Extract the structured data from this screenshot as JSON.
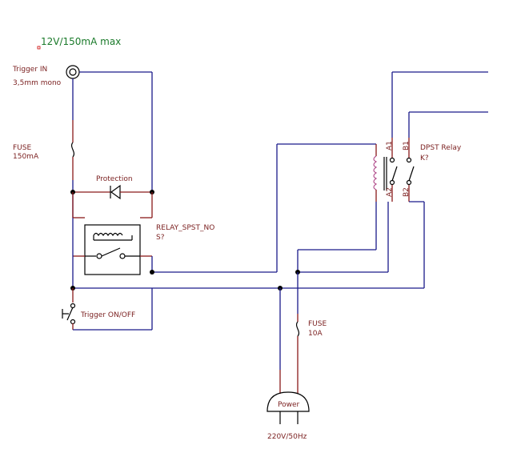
{
  "note": "12V/150mA max",
  "colors": {
    "wire": "#1a1a8a",
    "lead": "#8a1a1a",
    "label": "#7a1f1f",
    "note": "#1a7a2a"
  },
  "components": {
    "trigger_in": {
      "name": "Trigger IN",
      "detail": "3,5mm mono",
      "icon": "jack-icon"
    },
    "fuse1": {
      "name": "FUSE",
      "rating": "150mA",
      "icon": "fuse-icon"
    },
    "diode": {
      "name": "Protection",
      "icon": "diode-icon"
    },
    "relay1": {
      "name": "RELAY_SPST_NO",
      "ref": "S?",
      "icon": "relay-icon"
    },
    "switch": {
      "name": "Trigger ON/OFF",
      "icon": "pushbutton-icon"
    },
    "relay2": {
      "name": "DPST Relay",
      "ref": "K?",
      "pins": [
        "A1",
        "A2",
        "B1",
        "B2"
      ],
      "icon": "relay-coil-icon"
    },
    "fuse2": {
      "name": "FUSE",
      "rating": "10A",
      "icon": "fuse-icon"
    },
    "power": {
      "name": "Power",
      "voltage": "220V/50Hz",
      "icon": "plug-icon"
    }
  }
}
